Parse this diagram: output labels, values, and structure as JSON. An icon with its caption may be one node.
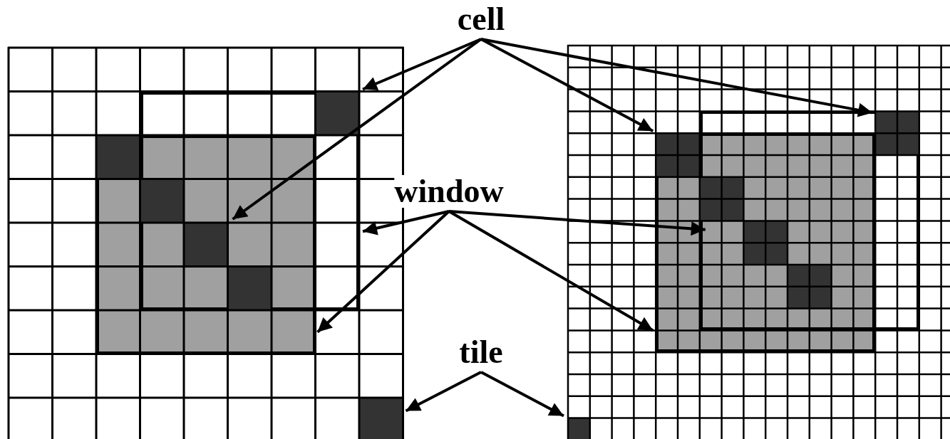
{
  "diagram": {
    "nodes": [
      {
        "text": [
          "cell"
        ]
      },
      {
        "text": [
          "window"
        ]
      },
      {
        "text": [
          "tile"
        ]
      },
      {
        "text": [],
        "shape": "box"
      },
      {
        "text": [],
        "shape": "box",
        "in": 3
      },
      {
        "text": [],
        "shape": "box"
      },
      {
        "text": [],
        "shape": "box"
      },
      {
        "text": [],
        "shape": "box"
      },
      {
        "text": [],
        "shape": "box"
      },
      {
        "text": [],
        "shape": "box",
        "in": 8
      },
      {
        "text": [],
        "shape": "box"
      },
      {
        "text": [],
        "shape": "box",
        "in": 10
      },
      {
        "text": [],
        "shape": "box"
      }
    ],
    "edges": [
      {
        "from": 0,
        "to": 4,
        "arrow": "to"
      },
      {
        "from": 0,
        "to": 5,
        "arrow": "to"
      },
      {
        "from": 0,
        "to": 9,
        "arrow": "to"
      },
      {
        "from": 0,
        "to": 11,
        "arrow": "to"
      },
      {
        "from": 1,
        "to": 3,
        "arrow": "to"
      },
      {
        "from": 1,
        "to": 6,
        "arrow": "to"
      },
      {
        "from": 1,
        "to": 10,
        "arrow": "to"
      },
      {
        "from": 1,
        "to": 8,
        "arrow": "to"
      },
      {
        "from": 2,
        "to": 7,
        "arrow": "to"
      },
      {
        "from": 2,
        "to": 12,
        "arrow": "to"
      }
    ]
  }
}
